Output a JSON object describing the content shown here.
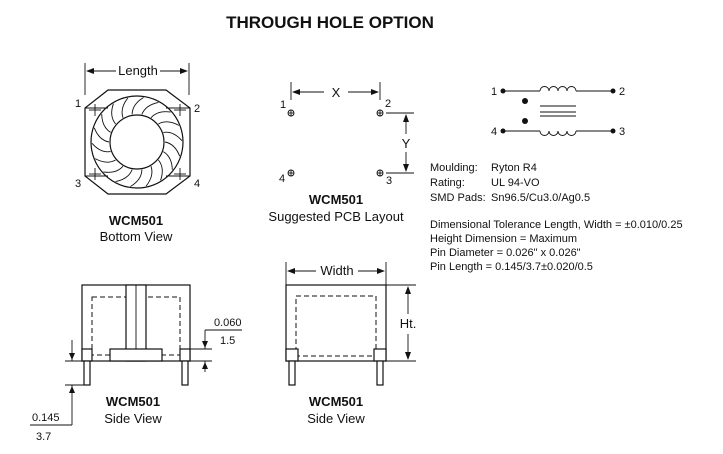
{
  "title": "THROUGH HOLE OPTION",
  "bottom_view": {
    "dimension_label": "Length",
    "pins": [
      "1",
      "2",
      "3",
      "4"
    ],
    "model": "WCM501",
    "caption": "Bottom View"
  },
  "pcb_layout": {
    "x_label": "X",
    "y_label": "Y",
    "pins": [
      "1",
      "2",
      "4",
      "3"
    ],
    "model": "WCM501",
    "caption": "Suggested PCB Layout"
  },
  "schematic": {
    "pins": [
      "1",
      "2",
      "4",
      "3"
    ]
  },
  "specs": [
    {
      "label": "Moulding:",
      "value": "Ryton R4"
    },
    {
      "label": "Rating:",
      "value": "UL 94-VO"
    },
    {
      "label": "SMD Pads:",
      "value": "Sn96.5/Cu3.0/Ag0.5"
    }
  ],
  "tolerances": [
    "Dimensional Tolerance Length, Width = ±0.010/0.25",
    "Height Dimension = Maximum",
    "Pin Diameter = 0.026\" x 0.026\"",
    "Pin Length = 0.145/3.7±0.020/0.5"
  ],
  "side_view_left": {
    "dim_top": "0.060",
    "dim_bottom": "1.5",
    "pin_dim_top": "0.145",
    "pin_dim_bottom": "3.7",
    "model": "WCM501",
    "caption": "Side View"
  },
  "side_view_right": {
    "dimension_label": "Width",
    "height_label": "Ht.",
    "model": "WCM501",
    "caption": "Side View"
  }
}
